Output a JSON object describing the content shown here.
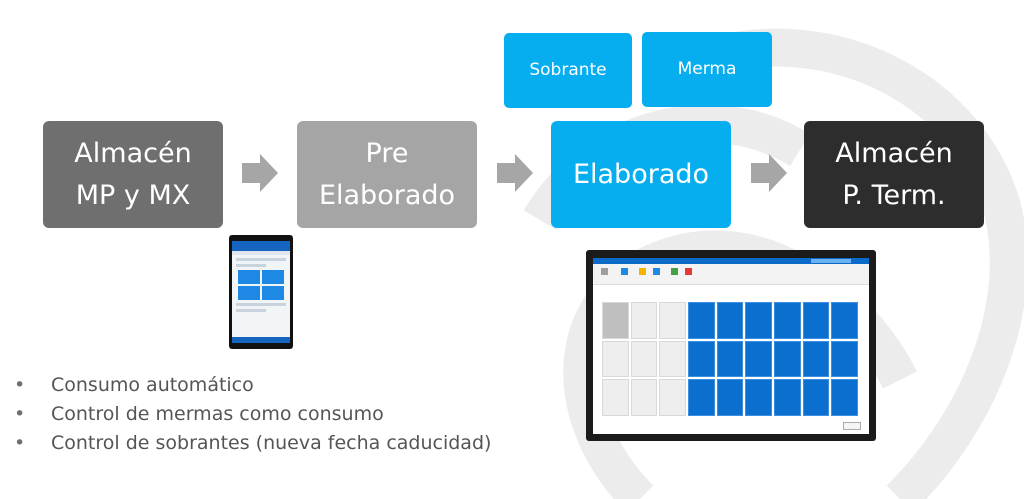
{
  "flow": {
    "almacen_mp": "Almacén\nMP y MX",
    "pre_elaborado": "Pre\nElaborado",
    "elaborado": "Elaborado",
    "almacen_pt": "Almacén\nP. Term.",
    "sobrante": "Sobrante",
    "merma": "Merma"
  },
  "colors": {
    "dark_gray": "#6f6f6f",
    "light_gray": "#a5a5a5",
    "cyan": "#06aeef",
    "charcoal": "#2d2d2d",
    "arrow": "#a6a6a6"
  },
  "bullets": [
    "Consumo automático",
    "Control de mermas como consumo",
    "Control de sobrantes (nueva fecha caducidad)"
  ],
  "icons": [
    "arrow-right-icon",
    "phone-screenshot",
    "desktop-app-screenshot"
  ]
}
